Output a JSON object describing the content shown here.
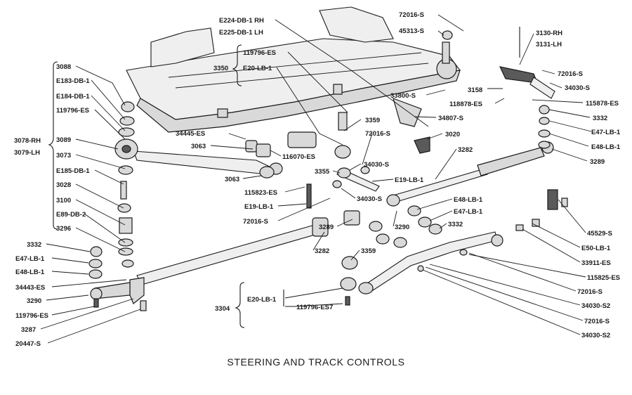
{
  "caption": "STEERING AND TRACK CONTROLS",
  "labels": {
    "l_E224": "E224-DB-1  RH",
    "l_E225": "E225-DB-1  LH",
    "l_72016_top": "72016-S",
    "l_45313": "45313-S",
    "l_3130": "3130-RH",
    "l_3131": "3131-LH",
    "l_119796_top": "119796-ES",
    "l_3350": "3350",
    "l_E20_top": "E20-LB-1",
    "l_72016_r1": "72016-S",
    "l_34030_r1": "34030-S",
    "l_3088": "3088",
    "l_E183": "E183-DB-1",
    "l_E184": "E184-DB-1",
    "l_119796_left": "119796-ES",
    "l_3078": "3078-RH",
    "l_3079": "3079-LH",
    "l_3089": "3089",
    "l_3073": "3073",
    "l_E185": "E185-DB-1",
    "l_3028": "3028",
    "l_3100": "3100",
    "l_E89": "E89-DB-2",
    "l_3296": "3296",
    "l_33800": "33800-S",
    "l_3158": "3158",
    "l_118878": "118878-ES",
    "l_34807": "34807-S",
    "l_115878": "115878-ES",
    "l_3332_r": "3332",
    "l_3359_top": "3359",
    "l_72016_mid": "72016-S",
    "l_3020": "3020",
    "l_E47_r": "E47-LB-1",
    "l_E48_r": "E48-LB-1",
    "l_3282_top": "3282",
    "l_3289_r": "3289",
    "l_34445": "34445-ES",
    "l_3063_a": "3063",
    "l_116070": "116070-ES",
    "l_34030_mid": "34030-S",
    "l_3355": "3355",
    "l_E19_a": "E19-LB-1",
    "l_3063_b": "3063",
    "l_115823": "115823-ES",
    "l_34030_b": "34030-S",
    "l_E19_b": "E19-LB-1",
    "l_72016_b": "72016-S",
    "l_E48_c": "E48-LB-1",
    "l_E47_c": "E47-LB-1",
    "l_3332_c": "3332",
    "l_3289_c": "3289",
    "l_3290_c": "3290",
    "l_45529": "45529-S",
    "l_E50": "E50-LB-1",
    "l_33911": "33911-ES",
    "l_115825": "115825-ES",
    "l_3332_l": "3332",
    "l_E47_l": "E47-LB-1",
    "l_E48_l": "E48-LB-1",
    "l_34443": "34443-ES",
    "l_3290_l": "3290",
    "l_119796_l": "119796-ES",
    "l_3287": "3287",
    "l_20447": "20447-S",
    "l_3282_mid": "3282",
    "l_3359_low": "3359",
    "l_3304": "3304",
    "l_E20_low": "E20-LB-1",
    "l_119796_S7": "119796-ES7",
    "l_72016_r2": "72016-S",
    "l_34030_S2a": "34030-S2",
    "l_72016_r3": "72016-S",
    "l_34030_S2b": "34030-S2"
  }
}
